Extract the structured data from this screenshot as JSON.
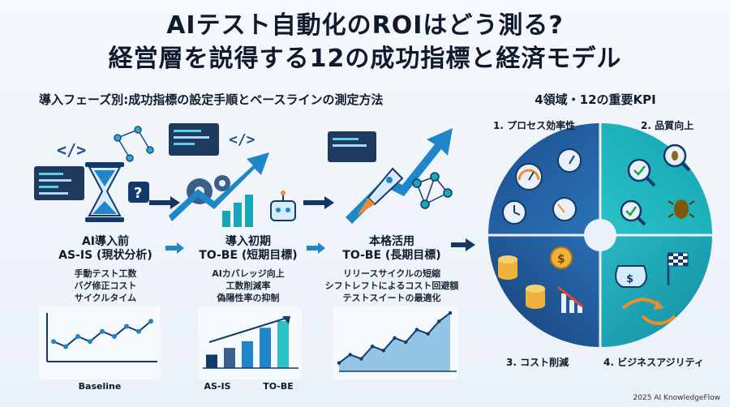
{
  "title": {
    "line1": "AIテスト自動化のROIはどう測る?",
    "line2": "経営層を説得する12の成功指標と経済モデル"
  },
  "left_heading": "導入フェーズ別:成功指標の設定手順とベースラインの測定方法",
  "right_heading": "4領域・12の重要KPI",
  "phases": [
    {
      "title1": "AI導入前",
      "title2": "AS-IS (現状分析)",
      "items": [
        "手動テスト工数",
        "バグ修正コスト",
        "サイクルタイム"
      ],
      "chart_label": "Baseline"
    },
    {
      "title1": "導入初期",
      "title2": "TO-BE (短期目標)",
      "items": [
        "AIカバレッジ向上",
        "工数削減率",
        "偽陽性率の抑制"
      ],
      "chart_labels": [
        "AS-IS",
        "TO-BE"
      ]
    },
    {
      "title1": "本格活用",
      "title2": "TO-BE (長期目標)",
      "items": [
        "リリースサイクルの短縮",
        "シフトレフトによるコスト回避額",
        "テストスイートの最適化"
      ]
    }
  ],
  "kpi_areas": [
    {
      "label": "1. プロセス効率性",
      "color": "#1f5fa8"
    },
    {
      "label": "2. 品質向上",
      "color": "#1aa6b7"
    },
    {
      "label": "3. コスト削減",
      "color": "#1f5fa8"
    },
    {
      "label": "4. ビジネスアジリティ",
      "color": "#1aa6b7"
    }
  ],
  "chart_data": [
    {
      "type": "line",
      "x": [
        1,
        2,
        3,
        4,
        5,
        6,
        7,
        8,
        9
      ],
      "series": [
        {
          "values": [
            3,
            2,
            4,
            3,
            5,
            4,
            6,
            5,
            7
          ]
        }
      ]
    },
    {
      "type": "bar",
      "categories": [
        "AS-IS",
        "",
        "",
        "",
        "TO-BE"
      ],
      "values": [
        2,
        3,
        4,
        6,
        7
      ]
    },
    {
      "type": "area",
      "x": [
        1,
        2,
        3,
        4,
        5,
        6,
        7,
        8,
        9,
        10,
        11
      ],
      "series": [
        {
          "values": [
            1,
            2,
            1.5,
            3,
            2.5,
            4,
            3.5,
            5,
            4.5,
            6,
            7
          ]
        }
      ]
    }
  ],
  "footer": "2025 AI KnowledgeFlow"
}
